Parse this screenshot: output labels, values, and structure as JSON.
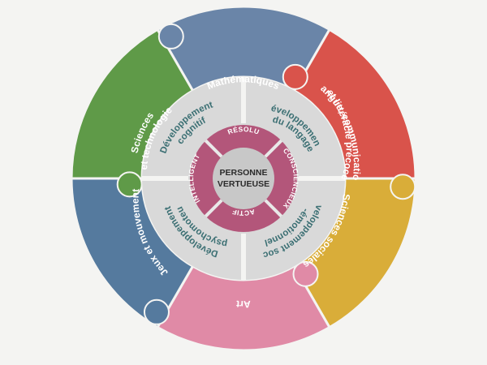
{
  "center": {
    "line1": "PERSONNE",
    "line2": "VERTUEUSE"
  },
  "inner_ring": [
    {
      "label": "RÉSOLU"
    },
    {
      "label": "CONSCIENCIEUX"
    },
    {
      "label": "ACTIF"
    },
    {
      "label": "INTELLIGENT"
    }
  ],
  "middle_ring": [
    {
      "line1": "Développement",
      "line2": "du langage"
    },
    {
      "line1": "Développement socio",
      "line2": "-émotionnel"
    },
    {
      "line1": "Développement",
      "line2": "psychomoteur"
    },
    {
      "line1": "Développement",
      "line2": "cognitif"
    }
  ],
  "outer_ring": [
    {
      "line1": "Mathématiques",
      "line2": "",
      "line3": "",
      "color": "#6a85a8"
    },
    {
      "line1": "Langue, communication",
      "line2": "et littéracie précoce",
      "line3": "",
      "color": "#d9534b"
    },
    {
      "line1": "Sciences sociales",
      "line2": "",
      "line3": "",
      "color": "#d9ad39"
    },
    {
      "line1": "Art",
      "line2": "",
      "line3": "",
      "color": "#e08aa6"
    },
    {
      "line1": "Jeux et mouvement",
      "line2": "",
      "line3": "",
      "color": "#557a9e"
    },
    {
      "line1": "Sciences",
      "line2": "et technologie",
      "line3": "",
      "color": "#5f9a48"
    }
  ],
  "colors": {
    "middle_ring": "#d9d9d9",
    "inner_ring": "#b3567a",
    "center": "#c8c8c8",
    "background": "#f4f4f2"
  }
}
